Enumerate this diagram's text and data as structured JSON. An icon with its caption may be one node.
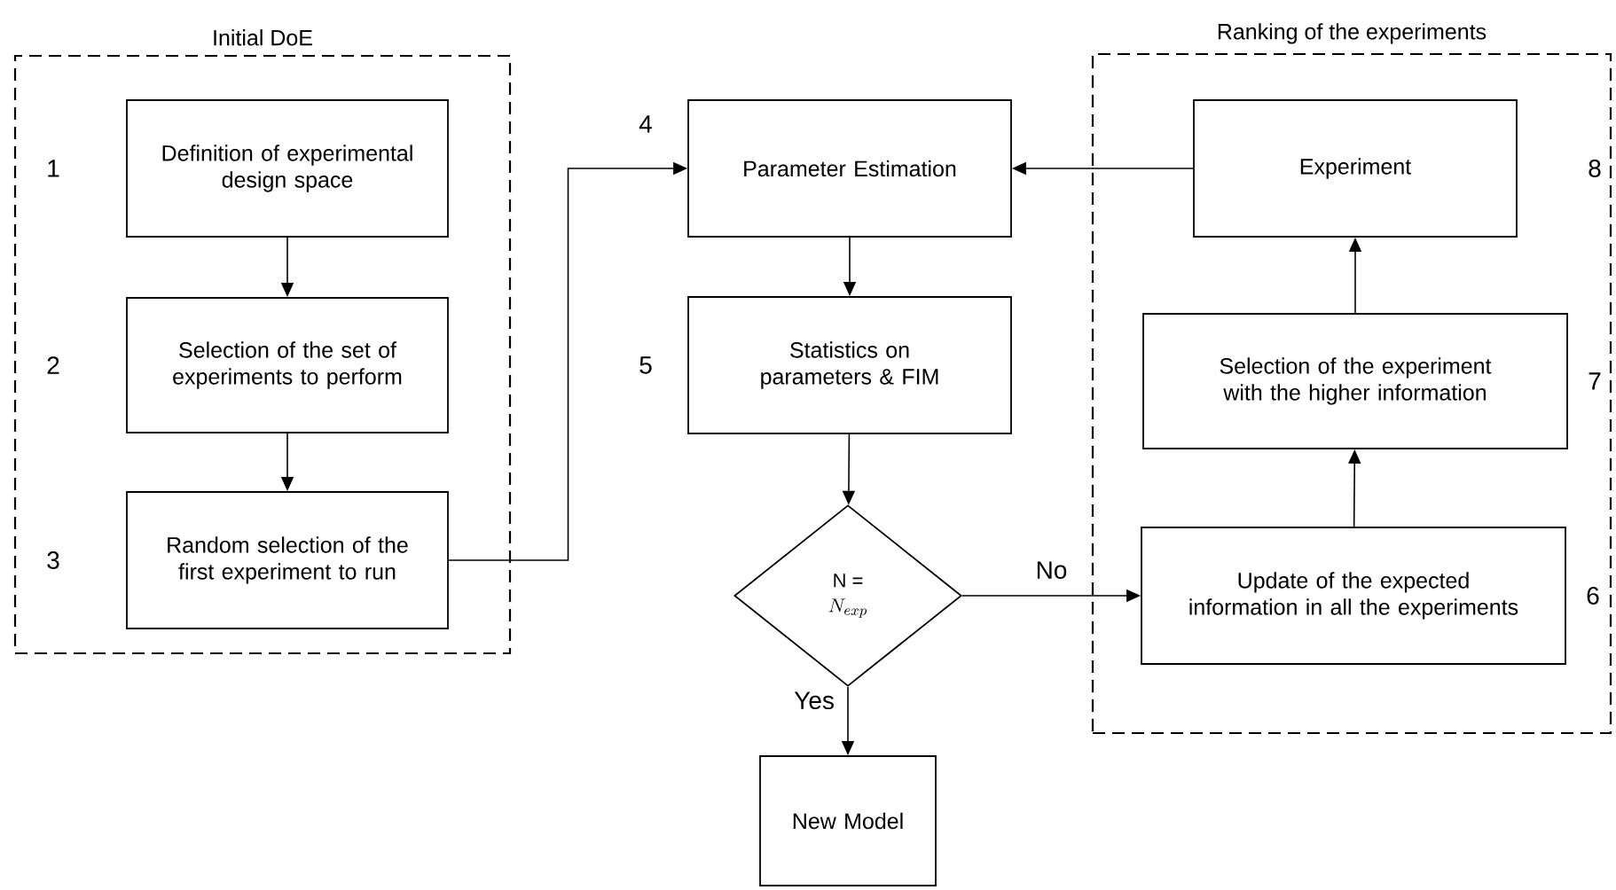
{
  "diagram": {
    "nodes": [
      {
        "text": [
          "Initial DoE"
        ]
      },
      {
        "text": [
          "Definition of experimental design space"
        ],
        "in": 0,
        "beside": [
          "1"
        ]
      },
      {
        "text": [
          "Selection of the set of experiments to perform"
        ],
        "in": 0,
        "beside": [
          "2"
        ]
      },
      {
        "text": [
          "Random selection of the first experiment to run"
        ],
        "in": 0,
        "beside": [
          "3"
        ]
      },
      {
        "text": [
          "Parameter Estimation"
        ],
        "beside": [
          "4"
        ]
      },
      {
        "text": [
          "Statistics on parameters & FIM"
        ],
        "beside": [
          "5"
        ]
      },
      {
        "text": [
          "N =",
          "N_{exp}"
        ]
      },
      {
        "text": [
          "Ranking of the experiments"
        ]
      },
      {
        "text": [
          "Experiment"
        ],
        "in": 7,
        "beside": [
          "8"
        ]
      },
      {
        "text": [
          "Selection of the experiment with the higher information"
        ],
        "in": 7,
        "beside": [
          "7"
        ]
      },
      {
        "text": [
          "Update of the expected information in all the experiments"
        ],
        "in": 7,
        "beside": [
          "6"
        ]
      },
      {
        "text": [
          "New Model"
        ]
      }
    ],
    "edges": [
      {
        "from": 1,
        "to": 2,
        "arrow": "to"
      },
      {
        "from": 2,
        "to": 3,
        "arrow": "to"
      },
      {
        "from": 3,
        "to": 4,
        "arrow": "to"
      },
      {
        "from": 8,
        "to": 4,
        "arrow": "to"
      },
      {
        "from": 4,
        "to": 5,
        "arrow": "to"
      },
      {
        "from": 5,
        "to": 6,
        "arrow": "to"
      },
      {
        "from": 6,
        "to": 10,
        "label": "No",
        "arrow": "to"
      },
      {
        "from": 6,
        "to": 11,
        "label": "Yes",
        "arrow": "to"
      },
      {
        "from": 10,
        "to": 9,
        "arrow": "to"
      },
      {
        "from": 9,
        "to": 8,
        "arrow": "to"
      }
    ]
  }
}
